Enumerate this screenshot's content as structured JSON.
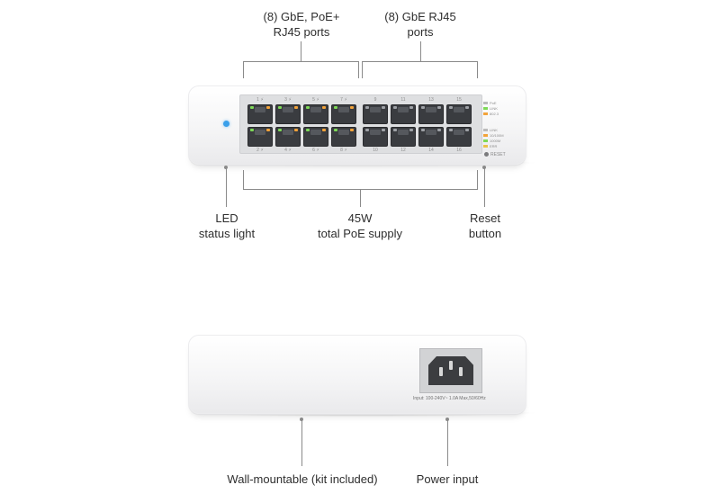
{
  "callouts": {
    "poe_ports": [
      "(8) GbE, PoE+",
      "RJ45 ports"
    ],
    "gbe_ports": [
      "(8) GbE RJ45",
      "ports"
    ],
    "led_status": [
      "LED",
      "status light"
    ],
    "poe_supply": [
      "45W",
      "total PoE supply"
    ],
    "reset_button": [
      "Reset",
      "button"
    ],
    "wall_mount": [
      "Wall-mountable (kit included)"
    ],
    "power_input": [
      "Power input"
    ]
  },
  "front_panel": {
    "top_port_labels": [
      "1 ⚡",
      "3 ⚡",
      "5 ⚡",
      "7 ⚡",
      "9",
      "11",
      "13",
      "15"
    ],
    "bottom_port_labels": [
      "2 ⚡",
      "4 ⚡",
      "6 ⚡",
      "8 ⚡",
      "10",
      "12",
      "14",
      "16"
    ],
    "legend_top": [
      "PoE",
      "LINK",
      "802.3"
    ],
    "legend_bottom": [
      "LINK",
      "10/100M",
      "1000M",
      "ERR"
    ],
    "reset_label": "RESET",
    "status_led_color": "#3aa0ea",
    "link_led_color": "#7ed957",
    "poe_led_color": "#f2a33a"
  },
  "rear_panel": {
    "power_rating": "Input: 100-240V~ 1.0A Max,50/60Hz"
  }
}
